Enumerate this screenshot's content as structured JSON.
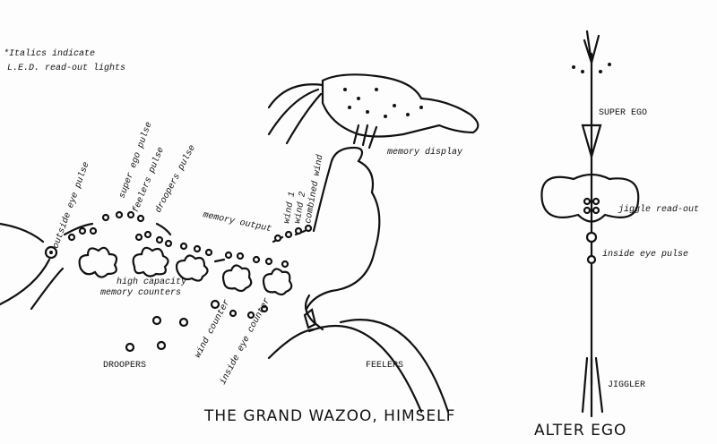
{
  "note": {
    "line1": "*Italics indicate",
    "line2": "L.E.D. read-out lights"
  },
  "labels": {
    "outside_eye_pulse": "outside eye pulse",
    "super_ego_pulse": "super ego pulse",
    "feelers_pulse": "feelers pulse",
    "droopers_pulse": "droopers pulse",
    "memory_output": "memory output",
    "wind_1": "wind 1",
    "wind_2": "wind 2",
    "combined_wind": "combined wind",
    "memory_display": "memory display",
    "high_capacity": "high capacity",
    "memory_counters": "memory counters",
    "wind_counter": "wind counter",
    "inside_eye_counter": "inside eye counter",
    "droopers": "DROOPERS",
    "feelers": "FEELERS",
    "super_ego": "SUPER EGO",
    "jiggle_readout": "jiggle read-out",
    "inside_eye_pulse": "inside eye pulse",
    "jiggler": "JIGGLER"
  },
  "titles": {
    "grand_wazoo": "THE GRAND WAZOO, HIMSELF",
    "alter_ego": "ALTER EGO"
  }
}
